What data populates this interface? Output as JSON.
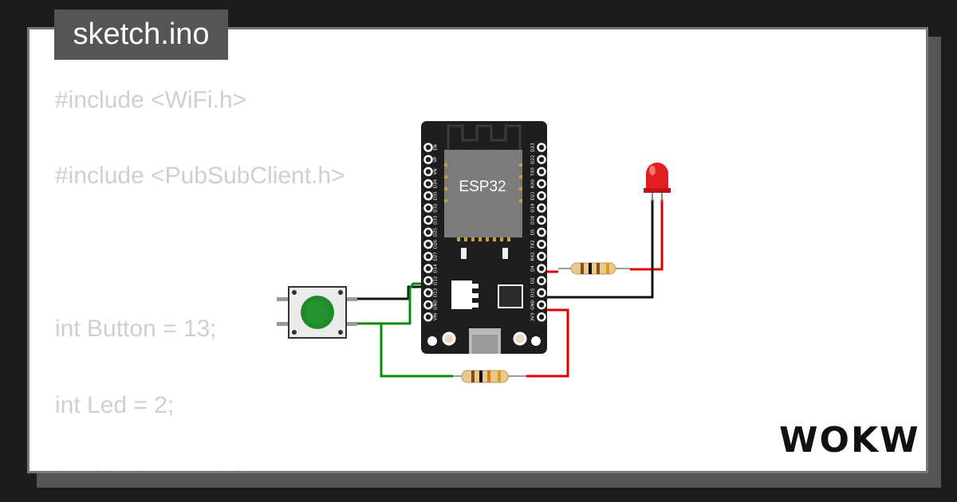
{
  "header": {
    "filename": "sketch.ino"
  },
  "code": {
    "lines": [
      "#include <WiFi.h>",
      "#include <PubSubClient.h>",
      "int Button = 13;",
      "int Led = 2;",
      "bool ledstatus=false;"
    ]
  },
  "circuit": {
    "board_label": "ESP32",
    "left_pins": [
      "EN",
      "VP",
      "VN",
      "D34",
      "D35",
      "D32",
      "D33",
      "D25",
      "D26",
      "D27",
      "D14",
      "D12",
      "D13",
      "GND",
      "VIN"
    ],
    "right_pins": [
      "D23",
      "D22",
      "TX0",
      "RX0",
      "D21",
      "D19",
      "D18",
      "D5",
      "TX2",
      "RX2",
      "D4",
      "D2",
      "D15",
      "GND",
      "3V3"
    ],
    "components": [
      "esp32-devkit",
      "pushbutton",
      "led-red",
      "resistor",
      "resistor"
    ],
    "colors": {
      "wire_red": "#e00000",
      "wire_black": "#111111",
      "wire_green": "#0a8a0a",
      "led": "#e02020",
      "button_cap": "#1f8a2a",
      "board": "#1e1e1e"
    }
  },
  "brand": {
    "logo_text": "WOKWi"
  }
}
